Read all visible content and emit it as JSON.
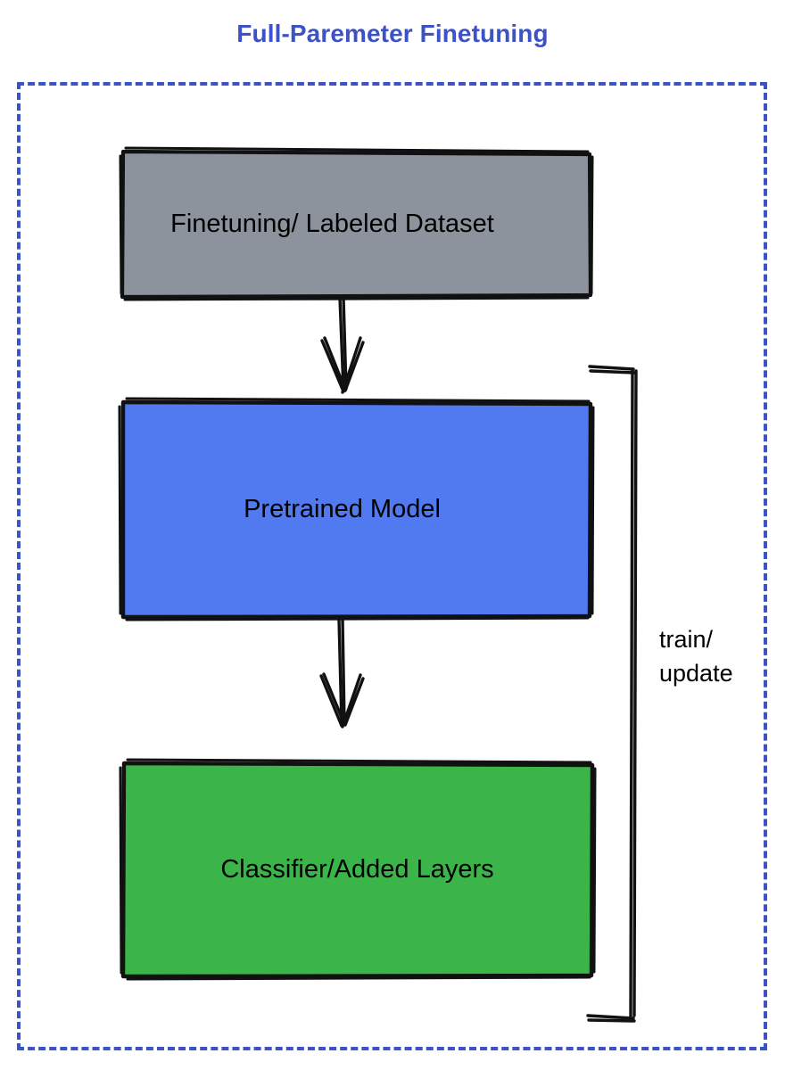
{
  "title": "Full-Paremeter Finetuning",
  "colors": {
    "title": "#3d52c4",
    "frame_border": "#3d52c4",
    "dataset_fill": "#8c939c",
    "pretrained_fill": "#5179f0",
    "classifier_fill": "#3bb54a",
    "stroke": "#111111",
    "text": "#000000",
    "background": "#ffffff"
  },
  "frame": {
    "style": "dashed",
    "name": "diagram-boundary"
  },
  "nodes": [
    {
      "id": "dataset",
      "label": "Finetuning/ Labeled Dataset",
      "fill": "#8c939c",
      "shape": "rectangle"
    },
    {
      "id": "pretrained",
      "label": "Pretrained Model",
      "fill": "#5179f0",
      "shape": "rectangle"
    },
    {
      "id": "classifier",
      "label": "Classifier/Added Layers",
      "fill": "#3bb54a",
      "shape": "rectangle"
    }
  ],
  "edges": [
    {
      "id": "dataset-to-pretrained",
      "from": "dataset",
      "to": "pretrained",
      "label": "",
      "arrow": "down"
    },
    {
      "id": "pretrained-to-classifier",
      "from": "pretrained",
      "to": "classifier",
      "label": "",
      "arrow": "down"
    },
    {
      "id": "feedback-loop",
      "from": "classifier",
      "to": "pretrained",
      "label": "train/\nupdate",
      "arrow": "none"
    }
  ],
  "edge_labels": {
    "feedback": "train/\nupdate"
  }
}
